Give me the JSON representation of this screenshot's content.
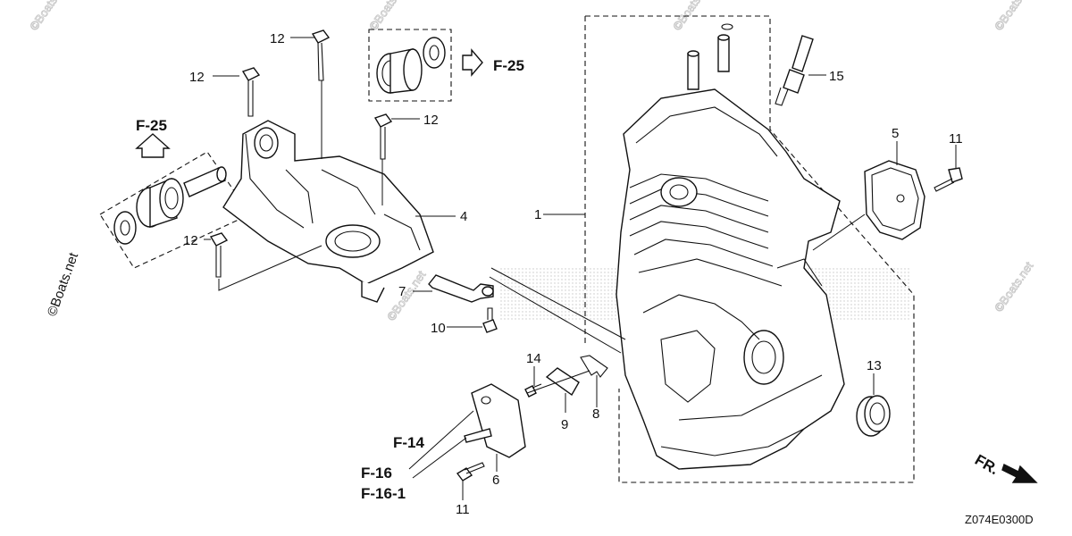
{
  "diagram": {
    "code": "Z074E0300D",
    "watermark": "©Boats.net",
    "front_indicator": "FR.",
    "ref_labels": [
      {
        "id": "F-25-left",
        "text": "F-25"
      },
      {
        "id": "F-25-right",
        "text": "F-25"
      },
      {
        "id": "F-14",
        "text": "F-14"
      },
      {
        "id": "F-16",
        "text": "F-16"
      },
      {
        "id": "F-16-1",
        "text": "F-16-1"
      }
    ],
    "callouts": [
      {
        "id": "c12a",
        "text": "12"
      },
      {
        "id": "c12b",
        "text": "12"
      },
      {
        "id": "c12c",
        "text": "12"
      },
      {
        "id": "c12d",
        "text": "12"
      },
      {
        "id": "c4",
        "text": "4"
      },
      {
        "id": "c1",
        "text": "1"
      },
      {
        "id": "c7",
        "text": "7"
      },
      {
        "id": "c10",
        "text": "10"
      },
      {
        "id": "c14",
        "text": "14"
      },
      {
        "id": "c9",
        "text": "9"
      },
      {
        "id": "c8",
        "text": "8"
      },
      {
        "id": "c6",
        "text": "6"
      },
      {
        "id": "c11a",
        "text": "11"
      },
      {
        "id": "c11b",
        "text": "11"
      },
      {
        "id": "c5",
        "text": "5"
      },
      {
        "id": "c13",
        "text": "13"
      },
      {
        "id": "c15",
        "text": "15"
      }
    ]
  }
}
